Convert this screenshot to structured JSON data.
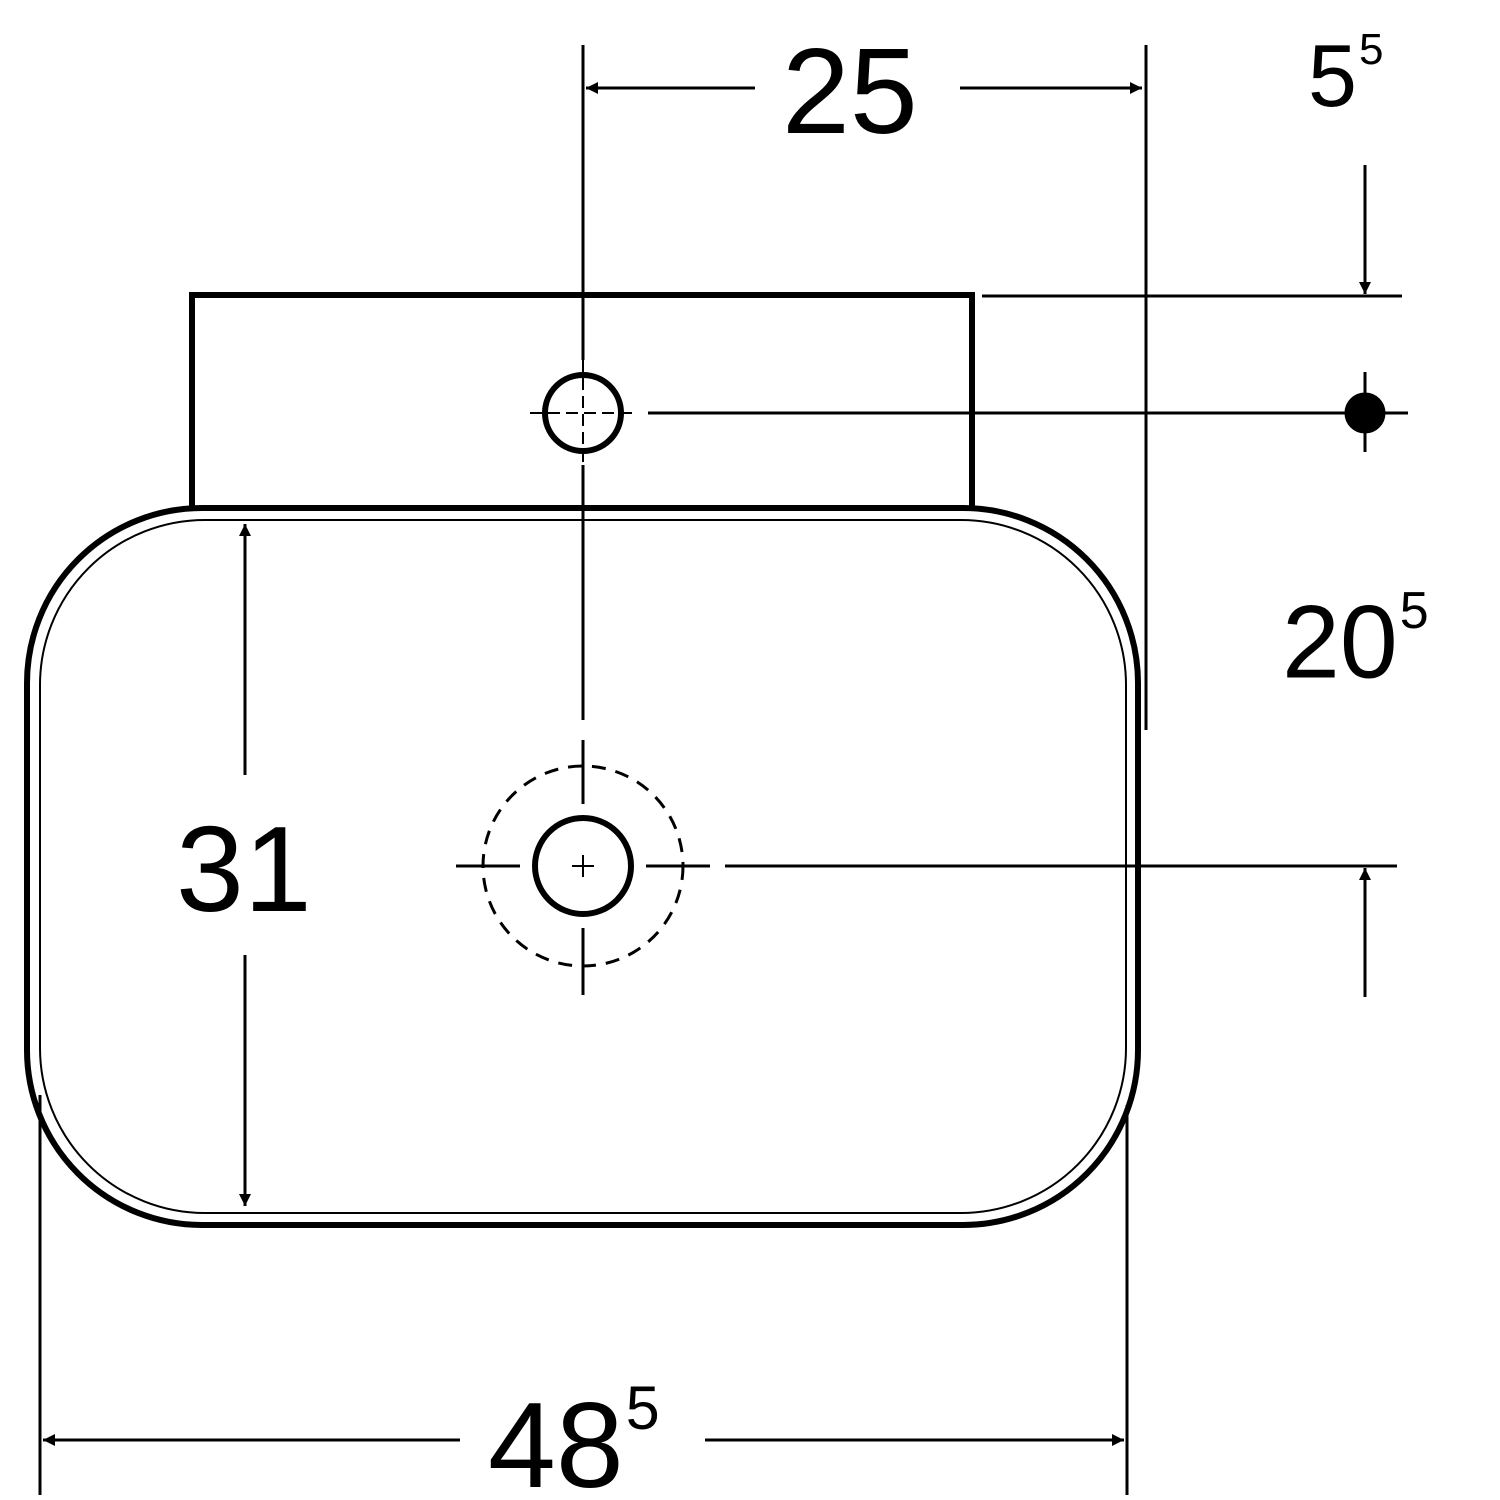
{
  "drawing": {
    "stroke_color": "#000000",
    "background": "#ffffff",
    "dimensions": {
      "tap_offset": {
        "main": "25",
        "sup": ""
      },
      "back_depth": {
        "main": "5",
        "sup": "5"
      },
      "drain_from_back": {
        "main": "20",
        "sup": "5"
      },
      "basin_depth": {
        "main": "31",
        "sup": ""
      },
      "basin_width": {
        "main": "48",
        "sup": "5"
      }
    }
  }
}
